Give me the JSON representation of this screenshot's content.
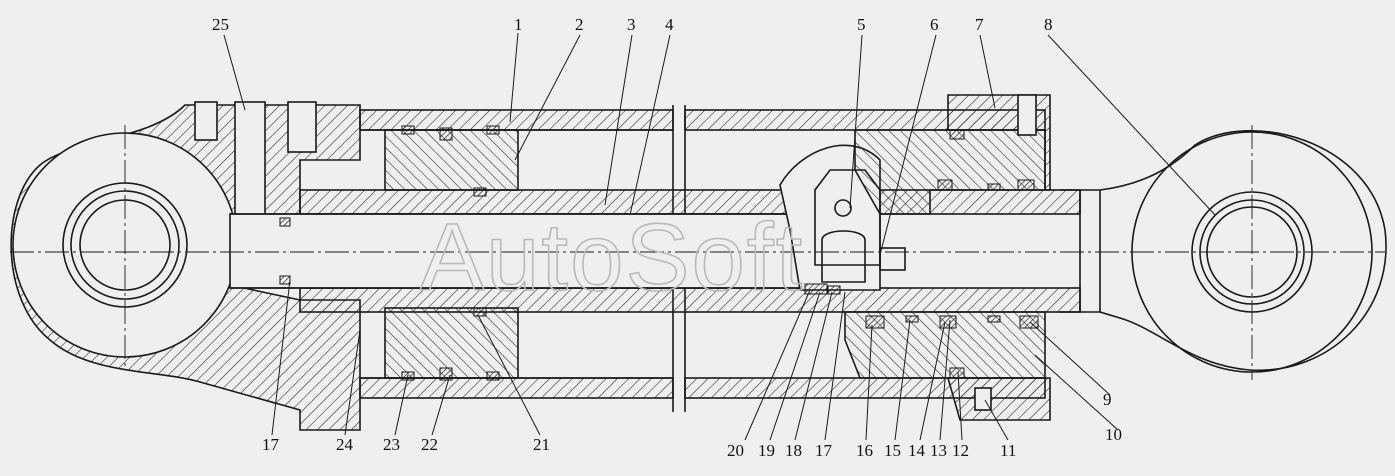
{
  "watermark": "AutoSoft",
  "callouts": {
    "top": [
      "25",
      "1",
      "2",
      "3",
      "4",
      "5",
      "6",
      "7",
      "8"
    ],
    "bottom": [
      "17",
      "24",
      "23",
      "22",
      "21",
      "20",
      "19",
      "18",
      "17",
      "16",
      "15",
      "14",
      "13",
      "12",
      "11",
      "10",
      "9"
    ]
  },
  "colors": {
    "background": "#efefef",
    "line": "#1a1a1a",
    "watermark": "#b9b9b9"
  }
}
